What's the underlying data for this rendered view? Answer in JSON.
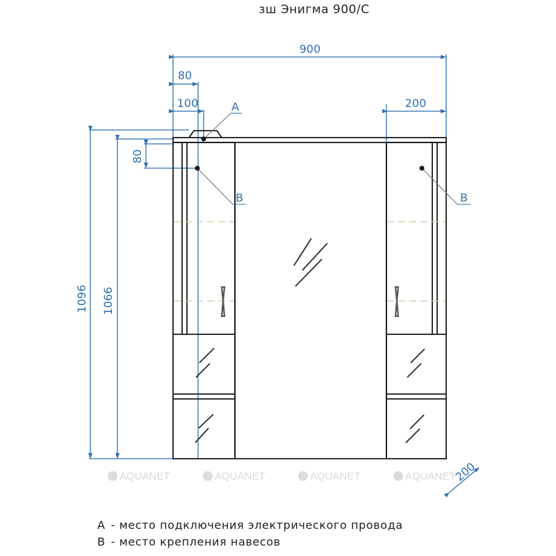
{
  "title": "зш Энигма 900/С",
  "dimensions": {
    "overall_width": "900",
    "top_offset_80": "80",
    "top_offset_100": "100",
    "right_cabinet_width": "200",
    "hinge_vertical_80": "80",
    "total_height": "1096",
    "body_height": "1066",
    "depth": "200"
  },
  "callouts": {
    "a": "A",
    "b_left": "B",
    "b_right": "B"
  },
  "watermarks": [
    "AQUANET",
    "AQUANET",
    "AQUANET",
    "AQUANET"
  ],
  "legend": [
    {
      "key": "A",
      "text": "- место подключения электрического провода"
    },
    {
      "key": "B",
      "text": "- место крепления навесов"
    }
  ],
  "colors": {
    "dimension_blue": "#2f6fae",
    "outline": "#1a1a1a",
    "shelf_dash": "#c9c9a8",
    "watermark": "#d8d8d8"
  }
}
